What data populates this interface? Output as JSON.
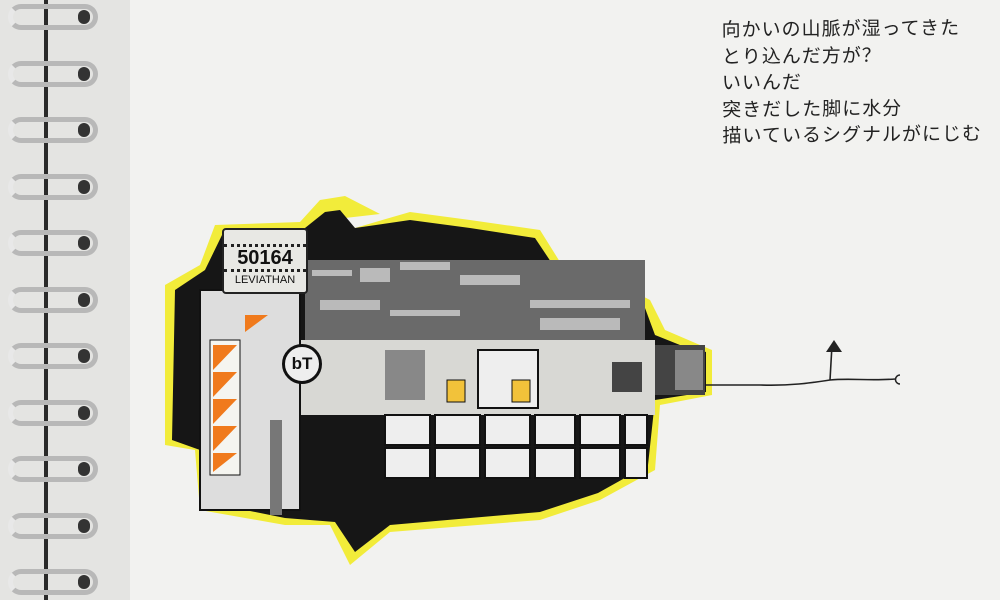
{
  "sticker": {
    "number": "50164",
    "name": "LEVIATHAN",
    "logo": "bT",
    "colors": {
      "outline": "#f2ec3a",
      "stripe": "#f07a1c",
      "ink": "#111111"
    }
  },
  "handwriting": {
    "lines": [
      "向かいの山脈が湿ってきた",
      "とり込んだ方が？",
      "いいんだ",
      "突きだした脚に水分",
      "描いているシグナルがにじむ"
    ]
  }
}
